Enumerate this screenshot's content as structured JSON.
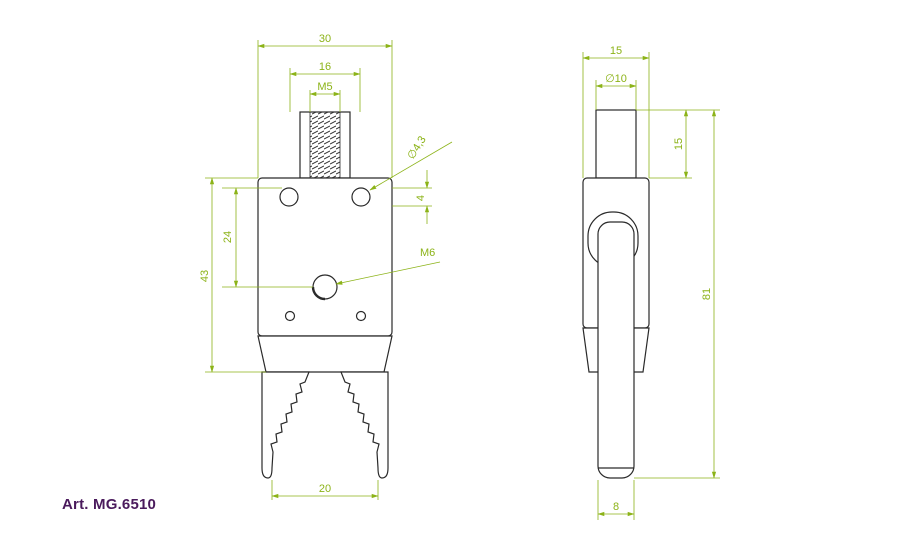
{
  "article": "Art. MG.6510",
  "colors": {
    "dimension": "#8cb318",
    "outline": "#2a2a2a",
    "fill": "#ffffff",
    "article_text": "#4a1a5c"
  },
  "front_view": {
    "dimensions": {
      "overall_width": "30",
      "thread_housing_width": "16",
      "thread": "M5",
      "hole_diameter": "∅4,3",
      "hole_offset": "4",
      "hole_to_pivot": "24",
      "body_height": "43",
      "pivot_thread": "M6",
      "jaw_opening": "20"
    }
  },
  "side_view": {
    "dimensions": {
      "overall_depth": "15",
      "stem_diameter": "∅10",
      "stem_length": "15",
      "total_height": "81",
      "jaw_thickness": "8"
    }
  }
}
